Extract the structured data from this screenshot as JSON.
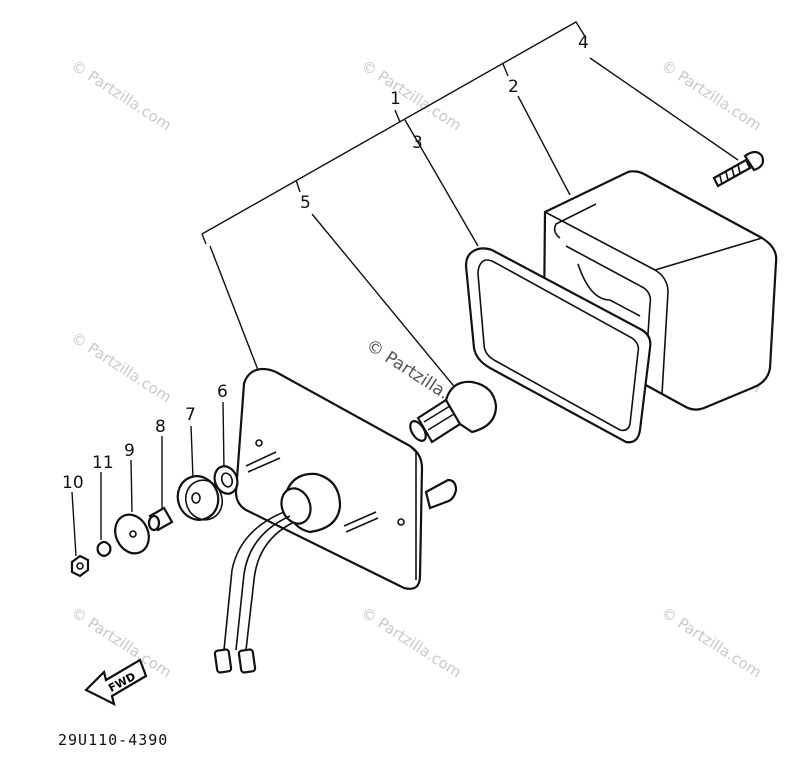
{
  "callouts": [
    {
      "id": "1",
      "label": "1"
    },
    {
      "id": "2",
      "label": "2"
    },
    {
      "id": "3",
      "label": "3"
    },
    {
      "id": "4",
      "label": "4"
    },
    {
      "id": "5",
      "label": "5"
    },
    {
      "id": "6",
      "label": "6"
    },
    {
      "id": "7",
      "label": "7"
    },
    {
      "id": "8",
      "label": "8"
    },
    {
      "id": "9",
      "label": "9"
    },
    {
      "id": "10",
      "label": "10"
    },
    {
      "id": "11",
      "label": "11"
    }
  ],
  "fwd_label": "FWD",
  "diagram_code": "29U110-4390",
  "watermark": {
    "text": "© Partzilla.com",
    "center_text": "© Partzilla.com"
  },
  "colors": {
    "line": "#111111",
    "watermark": "#c9c9c9",
    "background": "#ffffff"
  }
}
